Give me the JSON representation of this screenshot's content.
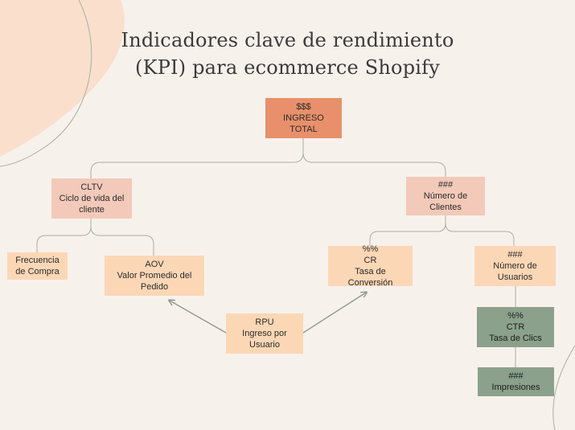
{
  "title": {
    "line1": "Indicadores clave de rendimiento",
    "line2": "(KPI) para ecommerce Shopify"
  },
  "colors": {
    "background": "#f7f1ec",
    "accent_shape": "#fadfcd",
    "root": "#e8906b",
    "rose": "#f3c9b9",
    "peach": "#fcd7b6",
    "green": "#8ba18b",
    "line": "#a7b0a3",
    "arrow": "#8f9a8c"
  },
  "nodes": {
    "ingreso_total": {
      "symbol": "$$$",
      "label": "INGRESO TOTAL"
    },
    "cltv": {
      "abbr": "CLTV",
      "line1": "Ciclo de vida del",
      "line2": "cliente"
    },
    "numero_clientes": {
      "symbol": "###",
      "line1": "Número de",
      "line2": "Clientes"
    },
    "frecuencia_compra": {
      "line1": "Frecuencia",
      "line2": "de Compra"
    },
    "aov": {
      "abbr": "AOV",
      "line1": "Valor Promedio del",
      "line2": "Pedido"
    },
    "cr": {
      "symbol": "%%",
      "abbr": "CR",
      "line1": "Tasa de Conversión"
    },
    "numero_usuarios": {
      "symbol": "###",
      "line1": "Número de",
      "line2": "Usuarios"
    },
    "rpu": {
      "abbr": "RPU",
      "line1": "Ingreso por",
      "line2": "Usuario"
    },
    "ctr": {
      "symbol": "%%",
      "abbr": "CTR",
      "line1": "Tasa de Clics"
    },
    "impresiones": {
      "symbol": "###",
      "label": "Impresiones"
    }
  }
}
